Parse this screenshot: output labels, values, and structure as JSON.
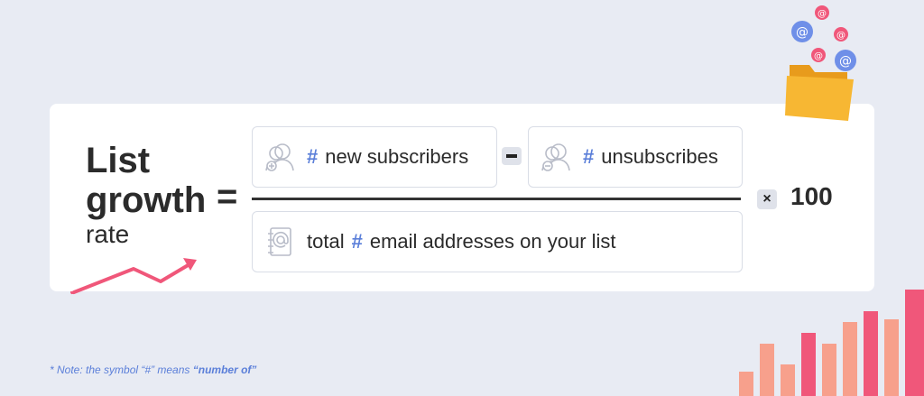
{
  "title": {
    "line1": "List",
    "line2": "growth",
    "line3": "rate"
  },
  "equals": "=",
  "numerator": {
    "left": {
      "hash": "#",
      "text": "new subscribers",
      "icon": "person-add-icon"
    },
    "operator": "minus",
    "right": {
      "hash": "#",
      "text": "unsubscribes",
      "icon": "person-remove-icon"
    }
  },
  "denominator": {
    "prefix": "total",
    "hash": "#",
    "text": "email addresses on your list",
    "icon": "address-book-icon"
  },
  "multiplier": {
    "operator": "×",
    "value": "100"
  },
  "note": {
    "text": "* Note: the symbol “#” means ",
    "emphasis": "“number of”"
  },
  "colors": {
    "accent": "#5b7fd9",
    "pink": "#f0577a",
    "folder": "#f7b733",
    "background": "#e8ebf3"
  }
}
